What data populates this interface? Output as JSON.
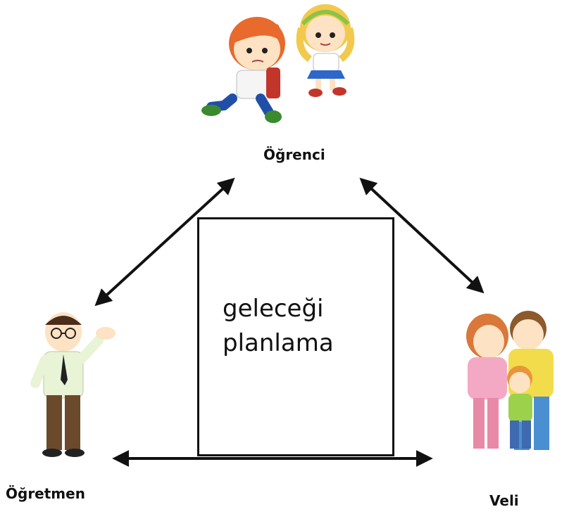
{
  "nodes": {
    "student": "Öğrenci",
    "teacher": "Öğretmen",
    "parent": "Veli"
  },
  "center": {
    "line1": "geleceği",
    "line2": "planlama"
  },
  "colors": {
    "arrow": "#111111",
    "box_border": "#111111"
  },
  "icons": [
    "children-illustration",
    "teacher-illustration",
    "family-illustration"
  ]
}
